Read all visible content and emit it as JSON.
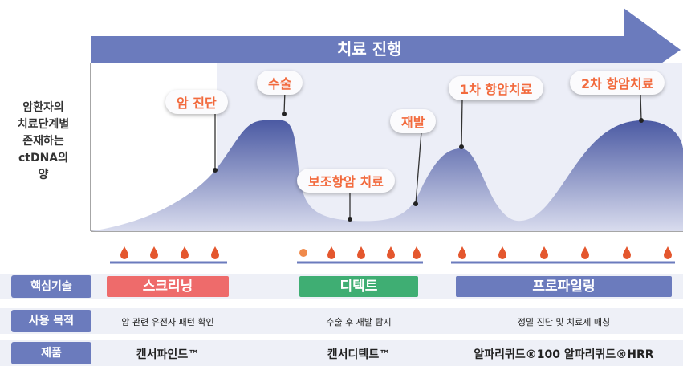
{
  "banner": {
    "title": "치료 진행"
  },
  "y_axis_label": [
    "암환자의",
    "치료단계별",
    "존재하는",
    "ctDNA의",
    "양"
  ],
  "stages": {
    "diagnosis": "암 진단",
    "surgery": "수술",
    "adjuvant": "보조항암 치료",
    "recurrence": "재발",
    "first_line": "1차 항암치료",
    "second_line": "2차 항암치료"
  },
  "rows": {
    "core_tech": {
      "header": "핵심기술",
      "items": [
        "스크리닝",
        "디텍트",
        "프로파일링"
      ],
      "colors": [
        "#ee6b6b",
        "#3fae73",
        "#6b7bbd"
      ]
    },
    "purpose": {
      "header": "사용 목적",
      "items": [
        "암 관련 유전자 패턴 확인",
        "수술 후 재발 탐지",
        "정밀 진단 및 치료제 매칭"
      ]
    },
    "product": {
      "header": "제품",
      "items": [
        "캔서파인드™",
        "캔서디텍트™",
        "알파리퀴드®100  알파리퀴드®HRR"
      ]
    }
  },
  "colors": {
    "accent": "#6b7bbd",
    "drop": "#e4572e",
    "callout_text": "#f26a3d"
  }
}
